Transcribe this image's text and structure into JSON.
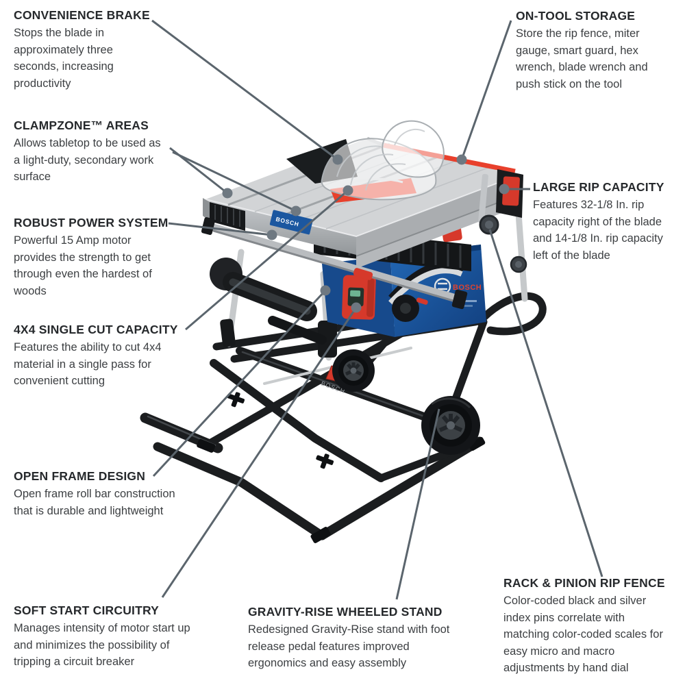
{
  "brand": {
    "wordmark": "BOSCH"
  },
  "product": {
    "name": "table-saw-on-gravity-rise-wheeled-stand"
  },
  "colors": {
    "bosch_blue": "#1b57a0",
    "bosch_red": "#e8402c",
    "leader_line": "#5b656d",
    "callout_dot": "#6e7881",
    "table_gray": "#d2d4d6",
    "stand_black": "#1b1d1f"
  },
  "callouts": [
    {
      "id": "convenience-brake",
      "title": "CONVENIENCE BRAKE",
      "body": "Stops the blade in approximately three seconds, increasing productivity"
    },
    {
      "id": "clampzone-areas",
      "title": "CLAMPZONE™ AREAS",
      "body": "Allows tabletop to be used as a light-duty, secondary work surface"
    },
    {
      "id": "robust-power-system",
      "title": "ROBUST POWER SYSTEM",
      "body": "Powerful 15 Amp motor provides the strength to get through even the hardest of woods"
    },
    {
      "id": "4x4-single-cut-capacity",
      "title": "4X4 SINGLE CUT CAPACITY",
      "body": "Features the ability to cut 4x4 material in a single pass for convenient cutting"
    },
    {
      "id": "open-frame-design",
      "title": "OPEN FRAME DESIGN",
      "body": "Open frame roll bar construction that is durable and lightweight"
    },
    {
      "id": "soft-start-circuitry",
      "title": "SOFT START CIRCUITRY",
      "body": "Manages intensity of motor start up and minimizes the possibility of tripping a circuit breaker"
    },
    {
      "id": "on-tool-storage",
      "title": "ON-TOOL STORAGE",
      "body": "Store the rip fence, miter gauge, smart guard, hex wrench, blade wrench and push stick on the tool"
    },
    {
      "id": "large-rip-capacity",
      "title": "LARGE RIP CAPACITY",
      "body": "Features 32-1/8 In. rip capacity right of the blade and 14-1/8 In. rip capacity left of the blade"
    },
    {
      "id": "rack-pinion-rip-fence",
      "title": "RACK & PINION RIP FENCE",
      "body": "Color-coded black and silver index pins correlate with matching color-coded scales for easy micro and macro adjustments by hand dial"
    },
    {
      "id": "gravity-rise-wheeled-stand",
      "title": "GRAVITY-RISE WHEELED STAND",
      "body": "Redesigned Gravity-Rise stand with foot release pedal features improved ergonomics and easy assembly"
    }
  ]
}
